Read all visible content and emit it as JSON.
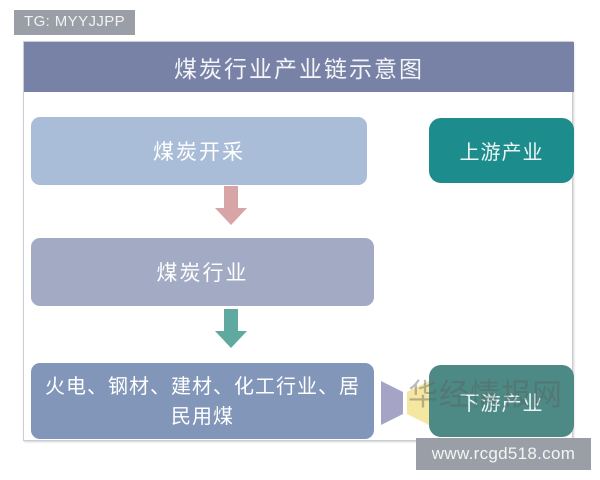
{
  "overlay": {
    "tg_tag": "TG: MYYJJPP",
    "watermark": "华经情报网",
    "url_chip": "www.rcgd518.com"
  },
  "card": {
    "title": "煤炭行业产业链示意图"
  },
  "flow": {
    "boxes": [
      {
        "id": "mining",
        "label": "煤炭开采",
        "color": "#a9bdd8"
      },
      {
        "id": "industry",
        "label": "煤炭行业",
        "color": "#a3aac4"
      },
      {
        "id": "consumers",
        "label": "火电、钢材、建材、化工行业、居民用煤",
        "color": "#8196b9"
      }
    ],
    "arrows": [
      {
        "id": "arrow-1",
        "name": "down-arrow",
        "color": "#d7a5a6"
      },
      {
        "id": "arrow-2",
        "name": "down-arrow",
        "color": "#5fa9a1"
      }
    ],
    "connector": {
      "name": "bowtie-connector",
      "left_color": "#a6a4c6",
      "right_color": "#f5e6a0"
    }
  },
  "badges": [
    {
      "id": "upstream",
      "label": "上游产业",
      "color": "#1d8c8c"
    },
    {
      "id": "downstream",
      "label": "下游产业",
      "color": "#4d8a85"
    }
  ],
  "colors": {
    "title_bar": "#7782a6",
    "card_bg": "#ffffff",
    "page_bg": "#ffffff",
    "chip_gray": "#9a9ea6"
  }
}
